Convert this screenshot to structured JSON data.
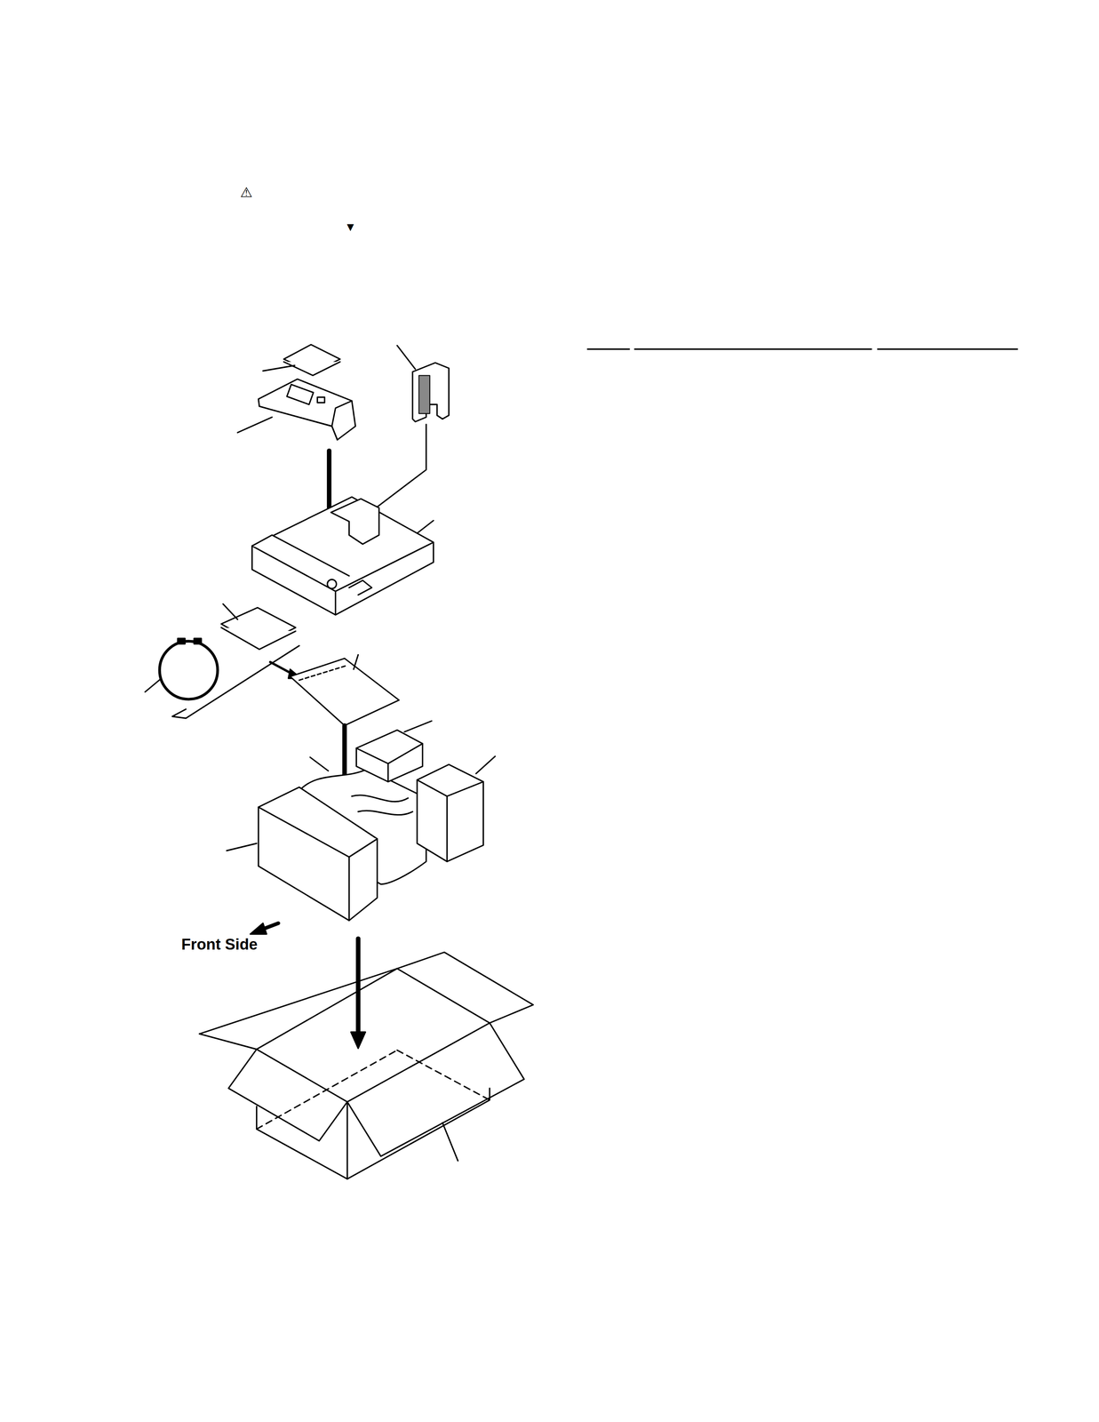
{
  "diagram": {
    "labels": [
      "⚠",
      "▼",
      "Front Side"
    ]
  }
}
